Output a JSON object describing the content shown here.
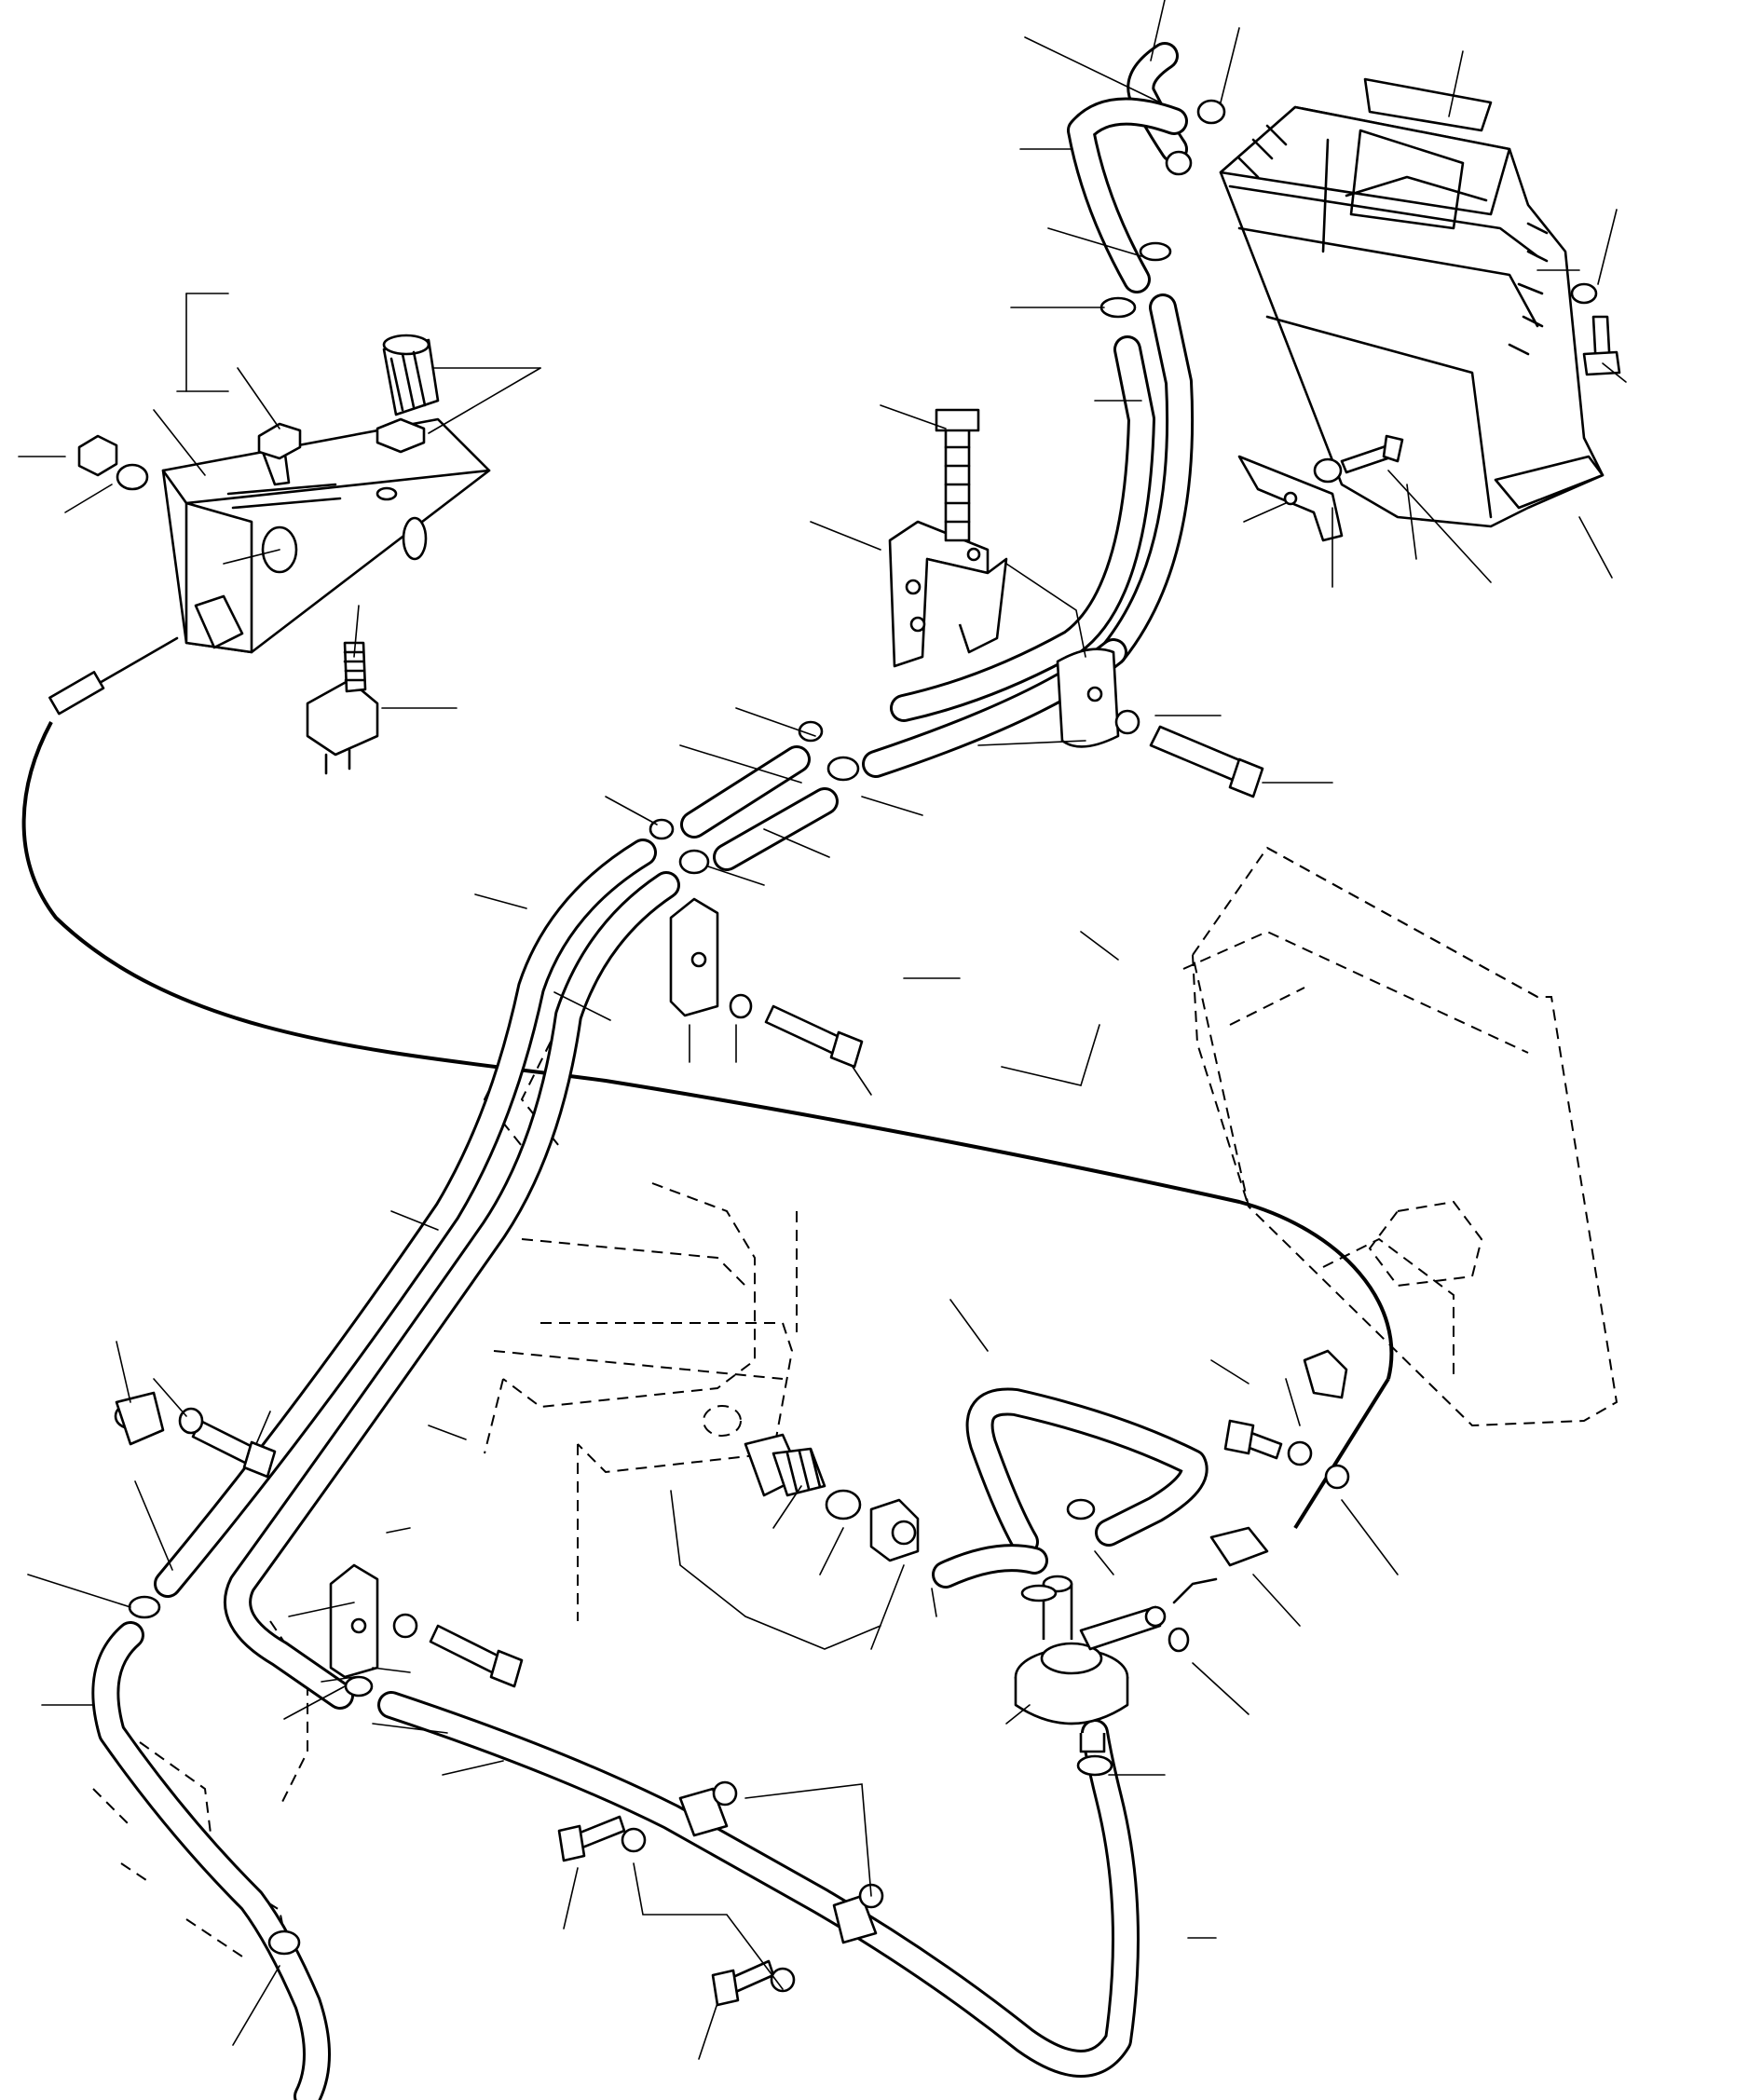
{
  "diagram": {
    "kind": "exploded parts view",
    "labels": [],
    "colors": {
      "line": "#000000",
      "background": "#ffffff"
    },
    "parts": [
      {
        "id": "heater-core",
        "icon": "heater-core-icon"
      },
      {
        "id": "heater-control-valve",
        "icon": "valve-icon"
      },
      {
        "id": "control-lever-bracket",
        "icon": "bracket-icon"
      },
      {
        "id": "control-knob",
        "icon": "knob-icon"
      },
      {
        "id": "control-cable",
        "icon": "cable-icon"
      },
      {
        "id": "fan-switch",
        "icon": "switch-icon"
      },
      {
        "id": "water-fitting",
        "icon": "fitting-icon"
      },
      {
        "id": "heater-hoses",
        "icon": "hose-icon"
      },
      {
        "id": "hose-clamps",
        "icon": "clamp-icon"
      },
      {
        "id": "bolts",
        "icon": "bolt-icon"
      },
      {
        "id": "hose-clips",
        "icon": "clip-icon"
      }
    ]
  }
}
